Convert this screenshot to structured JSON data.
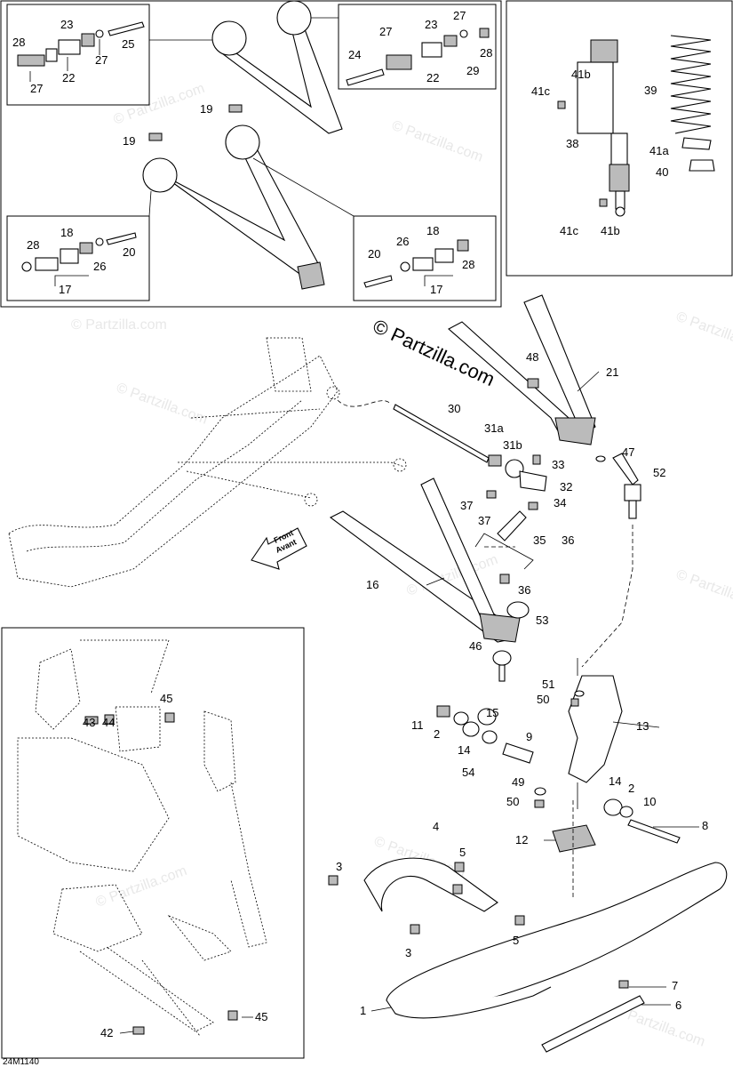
{
  "watermark": {
    "main": "© Partzilla.com",
    "faint": "© Partzilla.com"
  },
  "drawing_code": "24M1140",
  "direction_arrow": {
    "line1": "Front",
    "line2": "Avant"
  },
  "callouts": {
    "c28a": "28",
    "c23a": "23",
    "c25": "25",
    "c27a": "27",
    "c22a": "22",
    "c27b": "27",
    "c27c": "27",
    "c23b": "23",
    "c27d": "27",
    "c24": "24",
    "c22b": "22",
    "c29": "29",
    "c28b": "28",
    "c19a": "19",
    "c19b": "19",
    "c28c": "28",
    "c18a": "18",
    "c26a": "26",
    "c20a": "20",
    "c17a": "17",
    "c20b": "20",
    "c26b": "26",
    "c18b": "18",
    "c28d": "28",
    "c17b": "17",
    "c41b_top": "41b",
    "c41c_top": "41c",
    "c39": "39",
    "c38": "38",
    "c41a": "41a",
    "c40": "40",
    "c41c_bot": "41c",
    "c41b_bot": "41b",
    "c48": "48",
    "c21": "21",
    "c30": "30",
    "c31a": "31a",
    "c31b": "31b",
    "c33": "33",
    "c47": "47",
    "c52": "52",
    "c32": "32",
    "c37a": "37",
    "c34": "34",
    "c37b": "37",
    "c35": "35",
    "c36a": "36",
    "c16": "16",
    "c36b": "36",
    "c53": "53",
    "c46": "46",
    "c51": "51",
    "c50a": "50",
    "c13": "13",
    "c11": "11",
    "c15": "15",
    "c2a": "2",
    "c14a": "14",
    "c9": "9",
    "c54": "54",
    "c49": "49",
    "c50b": "50",
    "c14b": "14",
    "c2b": "2",
    "c10": "10",
    "c8": "8",
    "c12": "12",
    "c4": "4",
    "c3a": "3",
    "c5a": "5",
    "c5b": "5",
    "c3b": "3",
    "c1": "1",
    "c7": "7",
    "c6": "6",
    "c45a": "45",
    "c43": "43",
    "c44": "44",
    "c42": "42",
    "c45b": "45"
  }
}
